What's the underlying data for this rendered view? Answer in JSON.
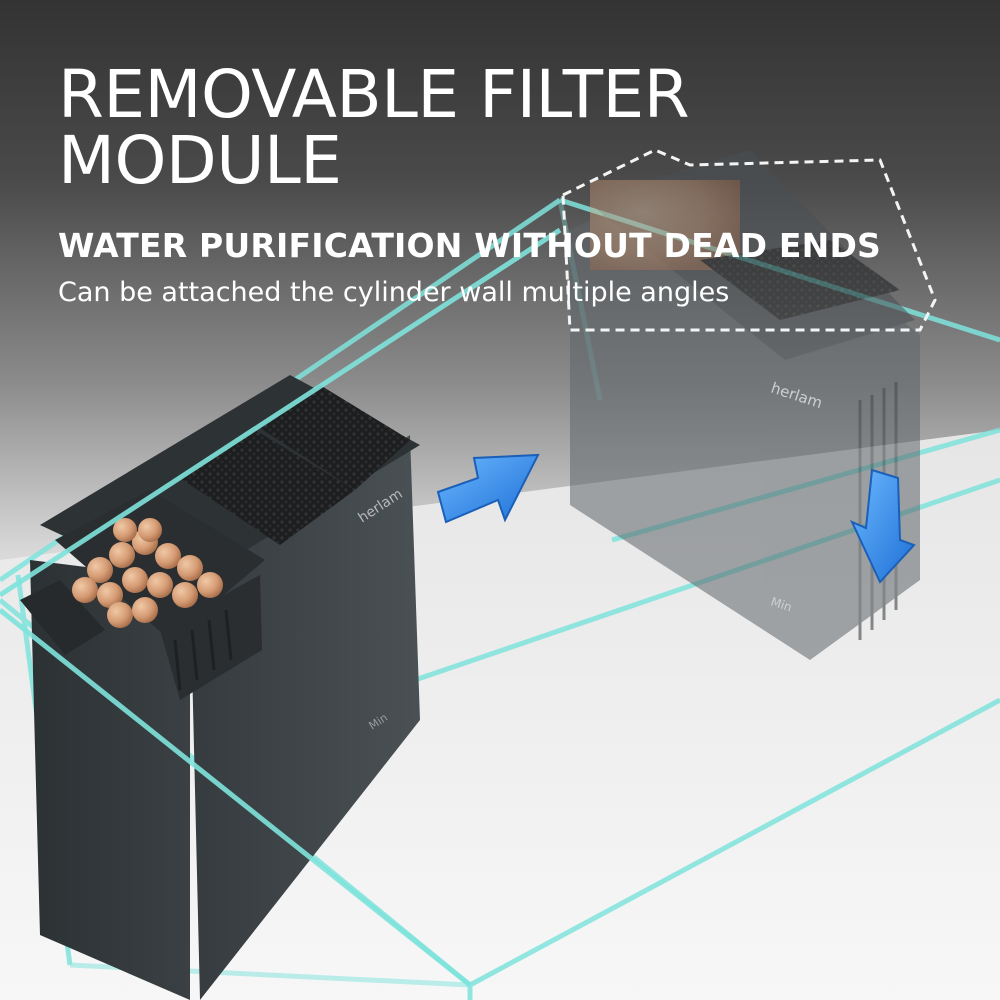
{
  "headline": {
    "line1": "REMOVABLE FILTER",
    "line2": "MODULE"
  },
  "subhead": "WATER PURIFICATION WITHOUT DEAD ENDS",
  "tagline": "Can be attached the cylinder wall multiple angles",
  "product": {
    "brand": "herlam",
    "level_mark": "Min"
  },
  "colors": {
    "body": "#3e4447",
    "glass_edge": "#7fe3dc",
    "arrow": "#3a8fe8",
    "ceramic": "#d9a07a"
  },
  "icons": [
    "move-arrow-icon",
    "down-arrow-icon"
  ]
}
